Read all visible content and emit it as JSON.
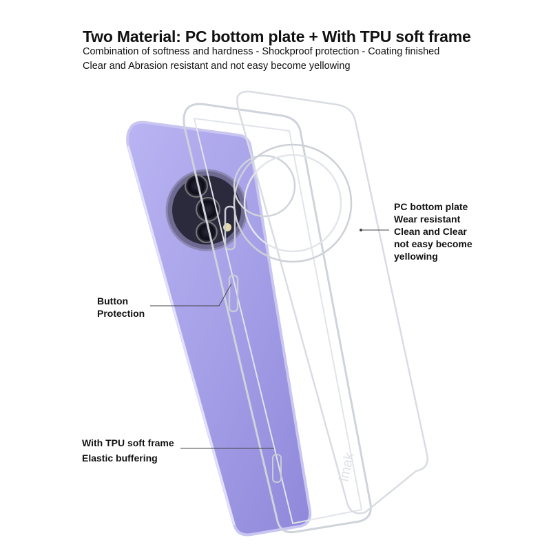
{
  "header": {
    "title": "Two Material:  PC bottom plate + With TPU soft frame",
    "subtitle_line1": "Combination of softness and hardness - Shockproof protection - Coating finished",
    "subtitle_line2": "Clear and Abrasion resistant and not easy become yellowing"
  },
  "callouts": {
    "pc_plate": [
      "PC bottom plate",
      "Wear resistant",
      "Clean and Clear",
      "not easy become",
      "yellowing"
    ],
    "button": [
      "Button",
      "Protection"
    ],
    "tpu_frame": [
      "With TPU soft frame",
      "Elastic buffering"
    ]
  },
  "brand_mark": "imak",
  "colors": {
    "phone_body": "#a9a3ea",
    "phone_edge": "#c9c6f2",
    "camera_ring": "#5a567a",
    "case_outline": "#d5d8de"
  }
}
